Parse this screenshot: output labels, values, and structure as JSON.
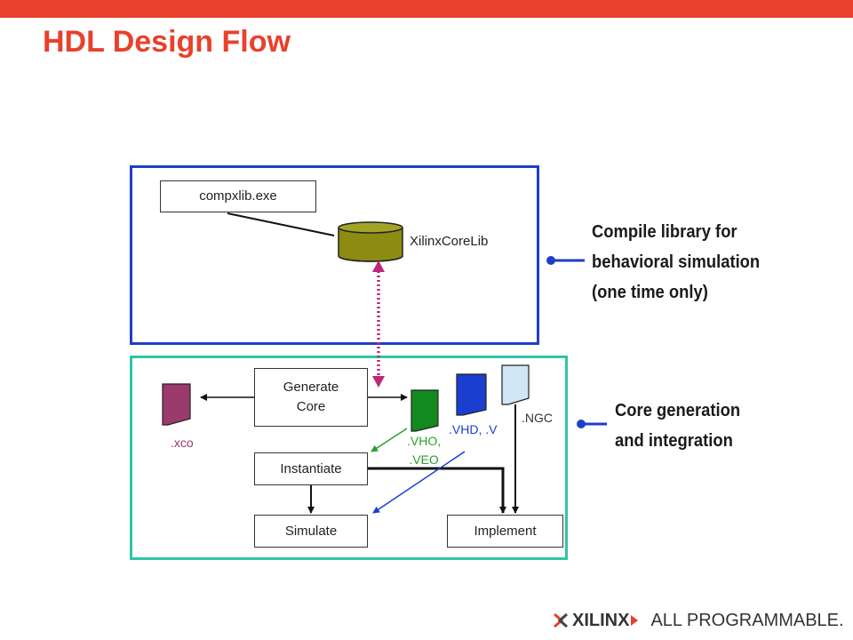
{
  "title": "HDL Design Flow",
  "diagram": {
    "compxlib": "compxlib.exe",
    "core_lib": "XilinxCoreLib",
    "generate_core": [
      "Generate",
      "Core"
    ],
    "instantiate": "Instantiate",
    "simulate": "Simulate",
    "implement": "Implement",
    "file_xco": ".xco",
    "file_vho": [
      ".VHO,",
      ".VEO"
    ],
    "file_vhd": ".VHD, .V",
    "file_ngc": ".NGC"
  },
  "captions": {
    "compile": [
      "Compile library for",
      "behavioral simulation",
      "(one time only)"
    ],
    "core": [
      "Core generation",
      "and integration"
    ]
  },
  "logo": {
    "brand": "XILINX",
    "tagline": "ALL PROGRAMMABLE."
  },
  "colors": {
    "accent": "#e8412c",
    "top_panel": "#1f3ec8",
    "bottom_panel": "#2fc4a8",
    "xco_file": "#9b3a6c",
    "vho_file": "#138a1e",
    "vhd_file": "#1a3fd0",
    "ngc_file": "#cfe6f4",
    "database": "#8c8c12"
  }
}
